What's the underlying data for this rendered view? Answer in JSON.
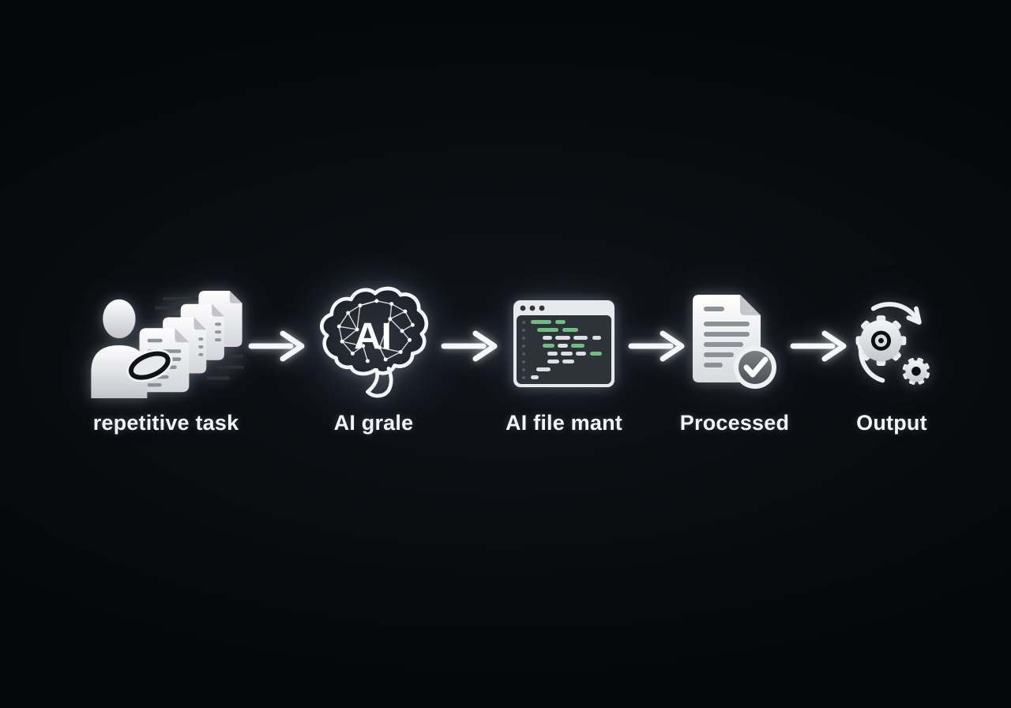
{
  "page": {
    "background": "#08090c",
    "colors": {
      "label": "#f4f5f7",
      "icon_light": "#eceef0",
      "accent_green": "#6fbe80",
      "code_bg": "#2d3339",
      "code_frame": "#e8e9ec"
    },
    "steps": [
      {
        "label": "repetitive task",
        "icon": "person-documents-icon"
      },
      {
        "label": "AI grale",
        "icon": "ai-brain-icon",
        "icon_text": "AI"
      },
      {
        "label": "AI file mant",
        "icon": "code-editor-icon"
      },
      {
        "label": "Processed",
        "icon": "document-check-icon"
      },
      {
        "label": "Output",
        "icon": "gears-sync-icon"
      }
    ],
    "connector_icon": "arrow-right-icon"
  }
}
